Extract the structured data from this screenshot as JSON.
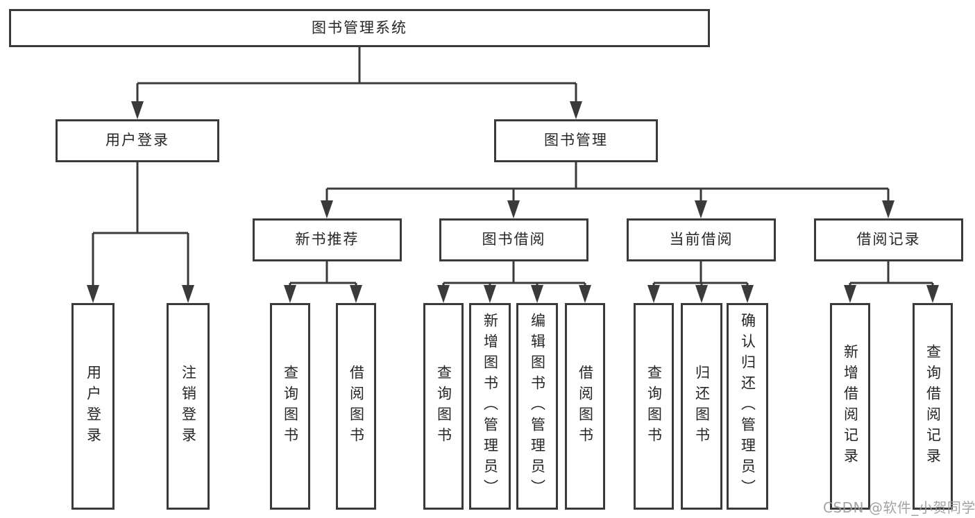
{
  "diagram": {
    "type": "hierarchy-tree",
    "colors": {
      "line": "#3a3a3a",
      "box_border": "#3a3a3a",
      "box_fill": "#ffffff",
      "text": "#262626",
      "watermark": "#9a9a9a",
      "background": "#ffffff"
    },
    "tree": {
      "label": "图书管理系统",
      "children": [
        {
          "label": "用户登录",
          "children": [
            {
              "label": "用户登录"
            },
            {
              "label": "注销登录"
            }
          ]
        },
        {
          "label": "图书管理",
          "children": [
            {
              "label": "新书推荐",
              "children": [
                {
                  "label": "查询图书"
                },
                {
                  "label": "借阅图书"
                }
              ]
            },
            {
              "label": "图书借阅",
              "children": [
                {
                  "label": "查询图书"
                },
                {
                  "label": "新增图书（管理员）"
                },
                {
                  "label": "编辑图书（管理员）"
                },
                {
                  "label": "借阅图书"
                }
              ]
            },
            {
              "label": "当前借阅",
              "children": [
                {
                  "label": "查询图书"
                },
                {
                  "label": "归还图书"
                },
                {
                  "label": "确认归还（管理员）"
                }
              ]
            },
            {
              "label": "借阅记录",
              "children": [
                {
                  "label": "新增借阅记录"
                },
                {
                  "label": "查询借阅记录"
                }
              ]
            }
          ]
        }
      ]
    }
  },
  "watermark": {
    "text": "CSDN @软件_小贺同学"
  }
}
